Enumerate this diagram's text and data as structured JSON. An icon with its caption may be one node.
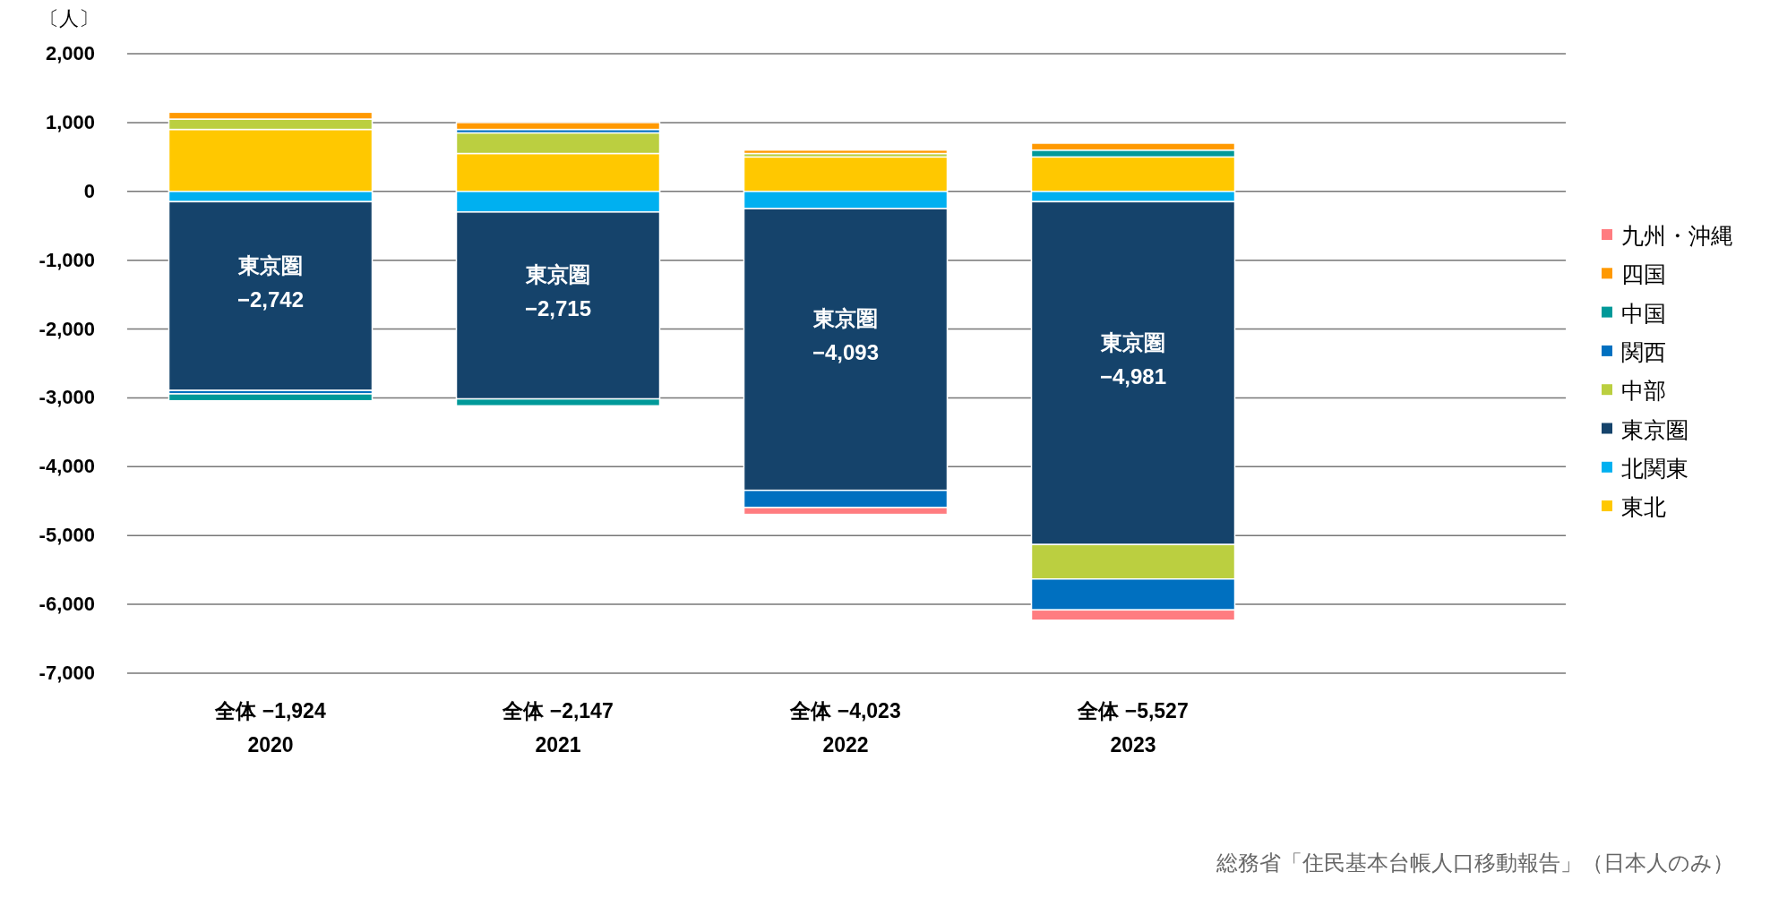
{
  "diagram": {
    "caption": "総務省「住民基本台帳人口移動報告」（日本人のみ）",
    "chart_data": {
      "type": "bar",
      "stacked": true,
      "orientation": "vertical",
      "grid": true,
      "legend": true,
      "ylabel": "〔人〕",
      "categories": [
        "全体 −1,924 2020",
        "全体 −2,147 2021",
        "全体 −4,023 2022",
        "全体 −5,527 2023"
      ],
      "series": [
        {
          "name": "東北",
          "color": "#ffc800",
          "values": [
            900,
            550,
            500,
            500
          ]
        },
        {
          "name": "北関東",
          "color": "#00b0f0",
          "values": [
            -150,
            -300,
            -250,
            -150
          ]
        },
        {
          "name": "東京圏",
          "color": "#15436b",
          "values": [
            -2742,
            -2715,
            -4093,
            -4981
          ]
        },
        {
          "name": "中部",
          "color": "#bbcf40",
          "values": [
            150,
            300,
            50,
            -500
          ]
        },
        {
          "name": "関西",
          "color": "#0070c0",
          "values": [
            -50,
            50,
            -250,
            -450
          ]
        },
        {
          "name": "中国",
          "color": "#009999",
          "values": [
            -100,
            -100,
            0,
            100
          ]
        },
        {
          "name": "四国",
          "color": "#ff9900",
          "values": [
            100,
            100,
            50,
            100
          ]
        },
        {
          "name": "九州・沖縄",
          "color": "#ff7c80",
          "values": [
            0,
            0,
            -100,
            -150
          ]
        }
      ],
      "ylim": [
        -7000,
        2000
      ],
      "yticks": [
        {
          "value": 2000,
          "label": "2,000"
        },
        {
          "value": 1000,
          "label": "1,000"
        },
        0,
        {
          "value": -1000,
          "label": "-1,000"
        },
        {
          "value": -2000,
          "label": "-2,000"
        },
        {
          "value": -3000,
          "label": "-3,000"
        },
        {
          "value": -4000,
          "label": "-4,000"
        },
        {
          "value": -5000,
          "label": "-5,000"
        },
        {
          "value": -6000,
          "label": "-6,000"
        },
        {
          "value": -7000,
          "label": "-7,000"
        }
      ],
      "annotations": [
        "東京圏 −2,742",
        "東京圏 −2,715",
        "東京圏 −4,093",
        "東京圏 −4,981"
      ]
    }
  }
}
